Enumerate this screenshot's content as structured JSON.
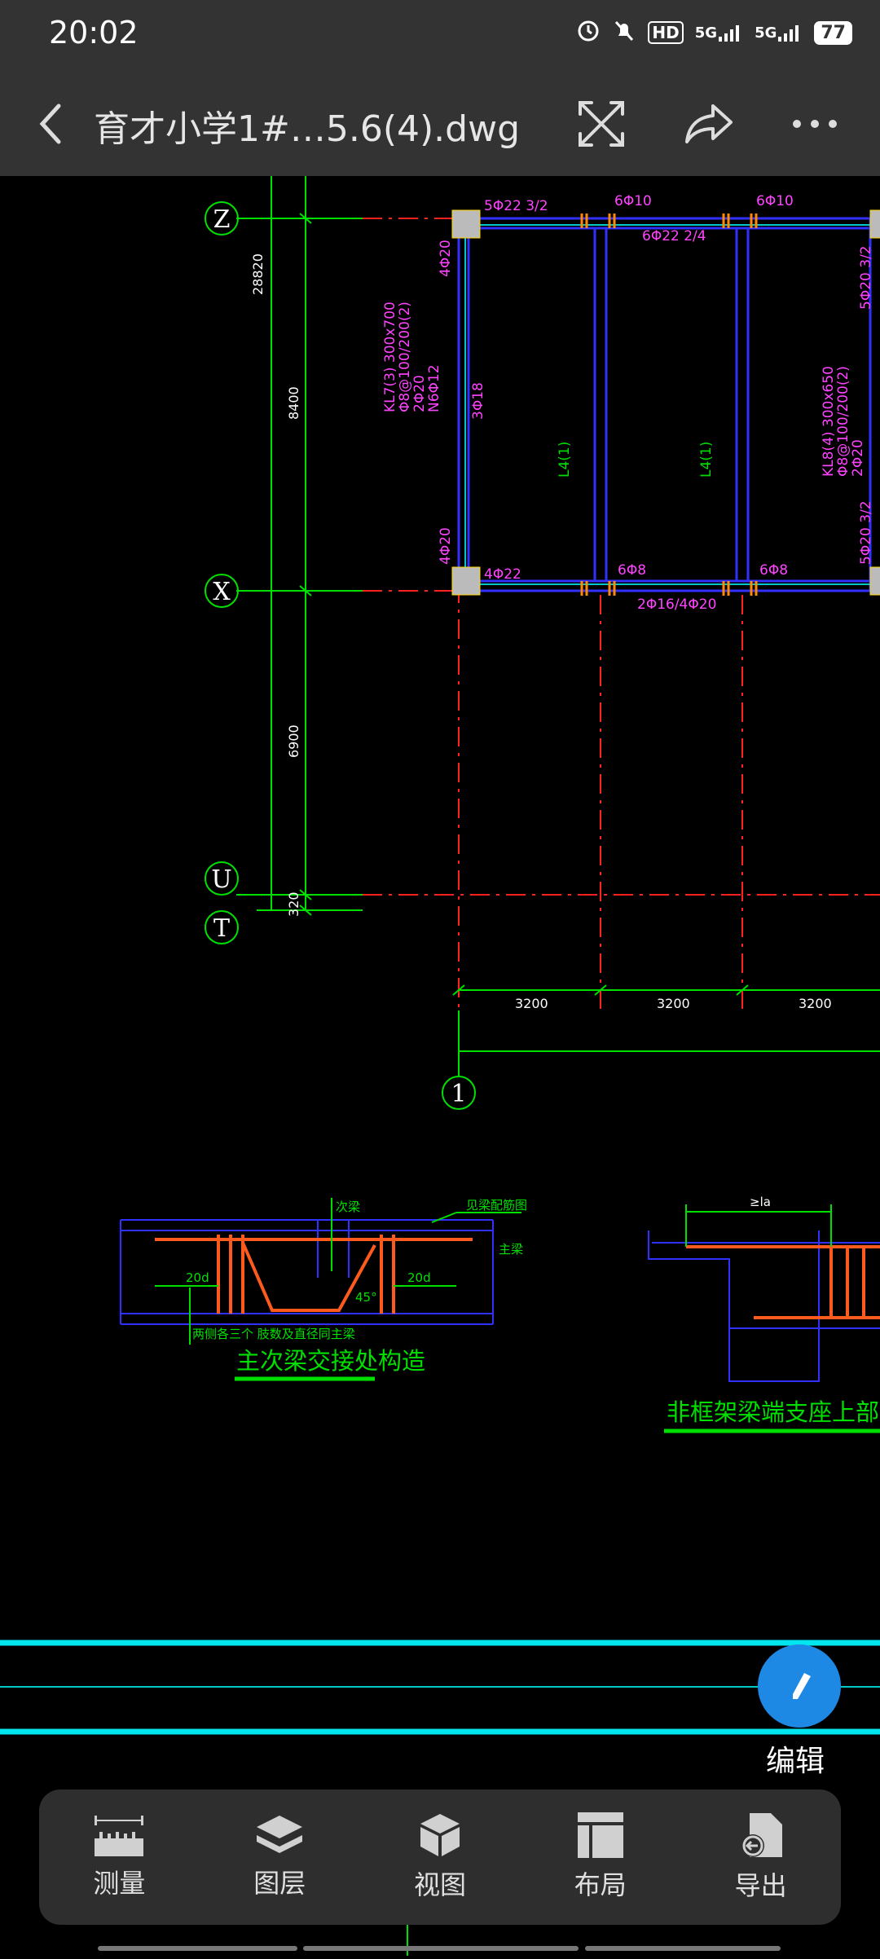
{
  "status_bar": {
    "time": "20:02",
    "hd": "HD",
    "net1": "5G",
    "net2": "5G",
    "battery": "77"
  },
  "app_bar": {
    "title": "育才小学1#…5.6(4).dwg"
  },
  "drawing": {
    "grid_labels": [
      "Z",
      "X",
      "U",
      "T",
      "1"
    ],
    "dims_vertical": [
      "28820",
      "8400",
      "6900",
      "320"
    ],
    "dims_horizontal": [
      "3200",
      "3200",
      "3200"
    ],
    "beam_text": {
      "top_left": "5Φ22 3/2",
      "top_mid1": "6Φ10",
      "top_mid2": "6Φ10",
      "top_span": "6Φ22 2/4",
      "left_top": "4Φ20",
      "left_mid": "3Φ18",
      "left_bot": "4Φ20",
      "bot_left": "4Φ22",
      "bot_mid1": "6Φ8",
      "bot_mid2": "6Φ8",
      "bot_span": "2Φ16/4Φ20",
      "right_top": "5Φ20 3/2",
      "right_bot": "5Φ20 3/2",
      "kl7_1": "KL7(3) 300x700",
      "kl7_2": "Φ8@100/200(2)",
      "kl7_3": "2Φ20",
      "kl7_4": "N6Φ12",
      "kl8_1": "KL8(4) 300x650",
      "kl8_2": "Φ8@100/200(2)",
      "kl8_3": "2Φ20",
      "l4a": "L4(1)",
      "l4b": "L4(1)"
    },
    "detail1": {
      "secondary_beam": "次梁",
      "stirrup_note": "见梁配筋图",
      "main_beam": "主梁",
      "d20a": "20d",
      "d20b": "20d",
      "angle": "45°",
      "bottom_note": "两侧各三个 肢数及直径同主梁",
      "title": "主次梁交接处构造"
    },
    "detail2": {
      "dim": "≥la",
      "title": "非框架梁端支座上部钢筋"
    }
  },
  "fab": {
    "label": "编辑"
  },
  "toolbar": {
    "items": [
      {
        "label": "测量",
        "icon": "ruler-icon"
      },
      {
        "label": "图层",
        "icon": "layers-icon"
      },
      {
        "label": "视图",
        "icon": "cube-icon"
      },
      {
        "label": "布局",
        "icon": "layout-icon"
      },
      {
        "label": "导出",
        "icon": "export-icon"
      }
    ]
  },
  "colors": {
    "bar_bg": "#333333",
    "canvas_bg": "#000000",
    "grid_green": "#00ff00",
    "beam_blue": "#2222ff",
    "axis_red": "#ff2020",
    "text_magenta": "#ff44ff",
    "rebar_orange": "#ff5a1e",
    "cyan": "#00e5ee",
    "fab_blue": "#1e88e5"
  }
}
